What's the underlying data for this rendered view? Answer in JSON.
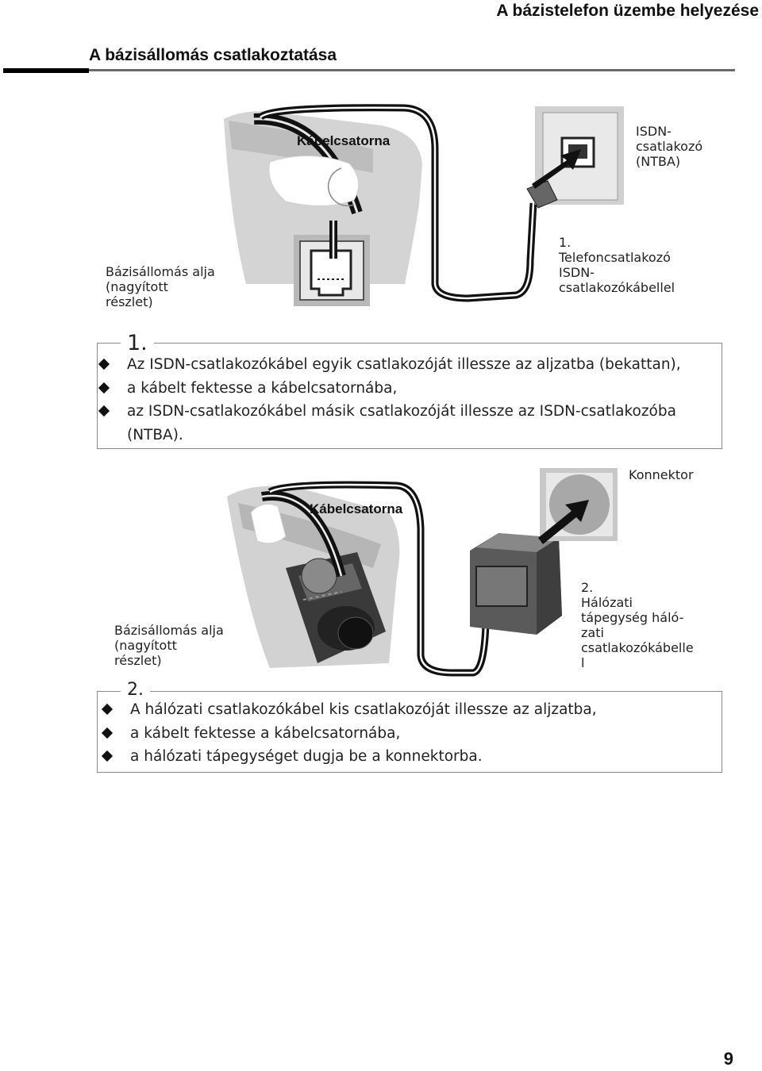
{
  "header": {
    "chapter_title": "A bázistelefon üzembe helyezése",
    "section_title": "A bázisállomás csatlakoztatása"
  },
  "figure1": {
    "cable_channel": "Kábelcsatorna",
    "isdn_socket": [
      "ISDN-",
      "csatlakozó",
      "(NTBA)"
    ],
    "base_detail": [
      "Bázisállomás alja",
      "(nagyított",
      "részlet)"
    ],
    "step_callout": [
      "1.",
      "Telefoncsatlakozó",
      "ISDN-",
      "csatlakozókábellel"
    ]
  },
  "step1": {
    "number": "1.",
    "items": [
      "Az ISDN-csatlakozókábel egyik csatlakozóját illessze az aljzatba (bekattan),",
      "a kábelt fektesse a kábelcsatornába,",
      "az ISDN-csatlakozókábel másik csatlakozóját illessze az ISDN-csatlakozóba (NTBA)."
    ]
  },
  "figure2": {
    "connector": "Konnektor",
    "cable_channel": "Kábelcsatorna",
    "base_detail": [
      "Bázisállomás alja",
      "(nagyított",
      "részlet)"
    ],
    "step_callout": [
      "2.",
      "Hálózati",
      "tápegység háló-",
      "zati",
      "csatlakozókábelle",
      "l"
    ]
  },
  "step2": {
    "number": "2.",
    "items": [
      "A hálózati csatlakozókábel kis csatlakozóját illessze az aljzatba,",
      "a kábelt fektesse a kábelcsatornába,",
      "a hálózati tápegységet dugja be a konnektorba."
    ]
  },
  "page_number": "9",
  "icons": {
    "bullet": "diamond-bullet-icon"
  }
}
